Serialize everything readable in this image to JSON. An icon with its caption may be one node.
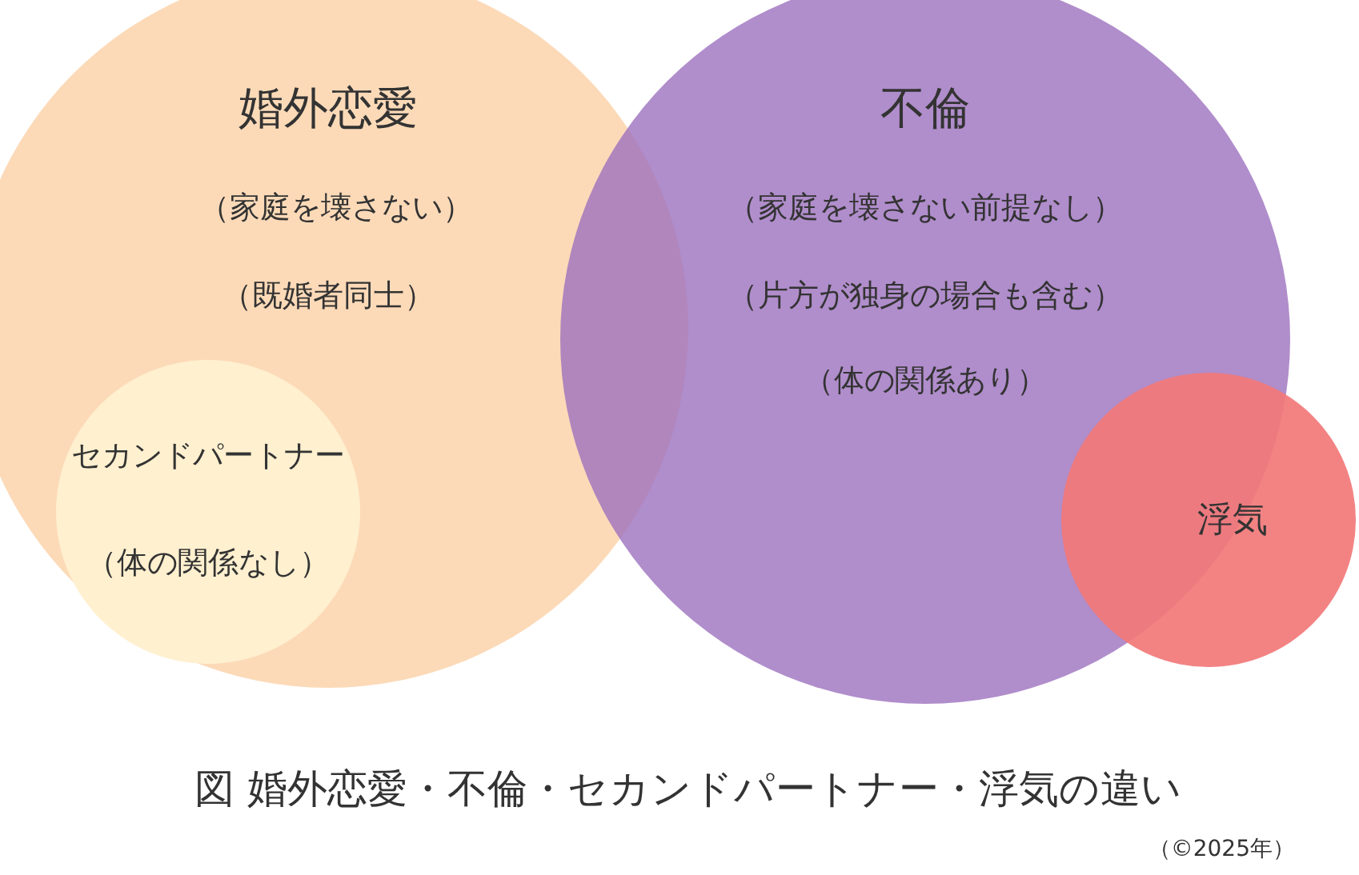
{
  "diagram": {
    "title": "図 婚外恋愛・不倫・セカンドパートナー・浮気の違い",
    "caption": "（©2025年）",
    "nodes": [
      {
        "text": [
          "婚外恋愛",
          "（家庭を壊さない）",
          "（既婚者同士）"
        ]
      },
      {
        "text": [
          "セカンドパートナー",
          "（体の関係なし）"
        ],
        "in": 0
      },
      {
        "text": [
          "不倫",
          "（家庭を壊さない前提なし）",
          "（片方が独身の場合も含む）",
          "（体の関係あり）"
        ]
      },
      {
        "text": [
          "浮気"
        ]
      }
    ]
  }
}
